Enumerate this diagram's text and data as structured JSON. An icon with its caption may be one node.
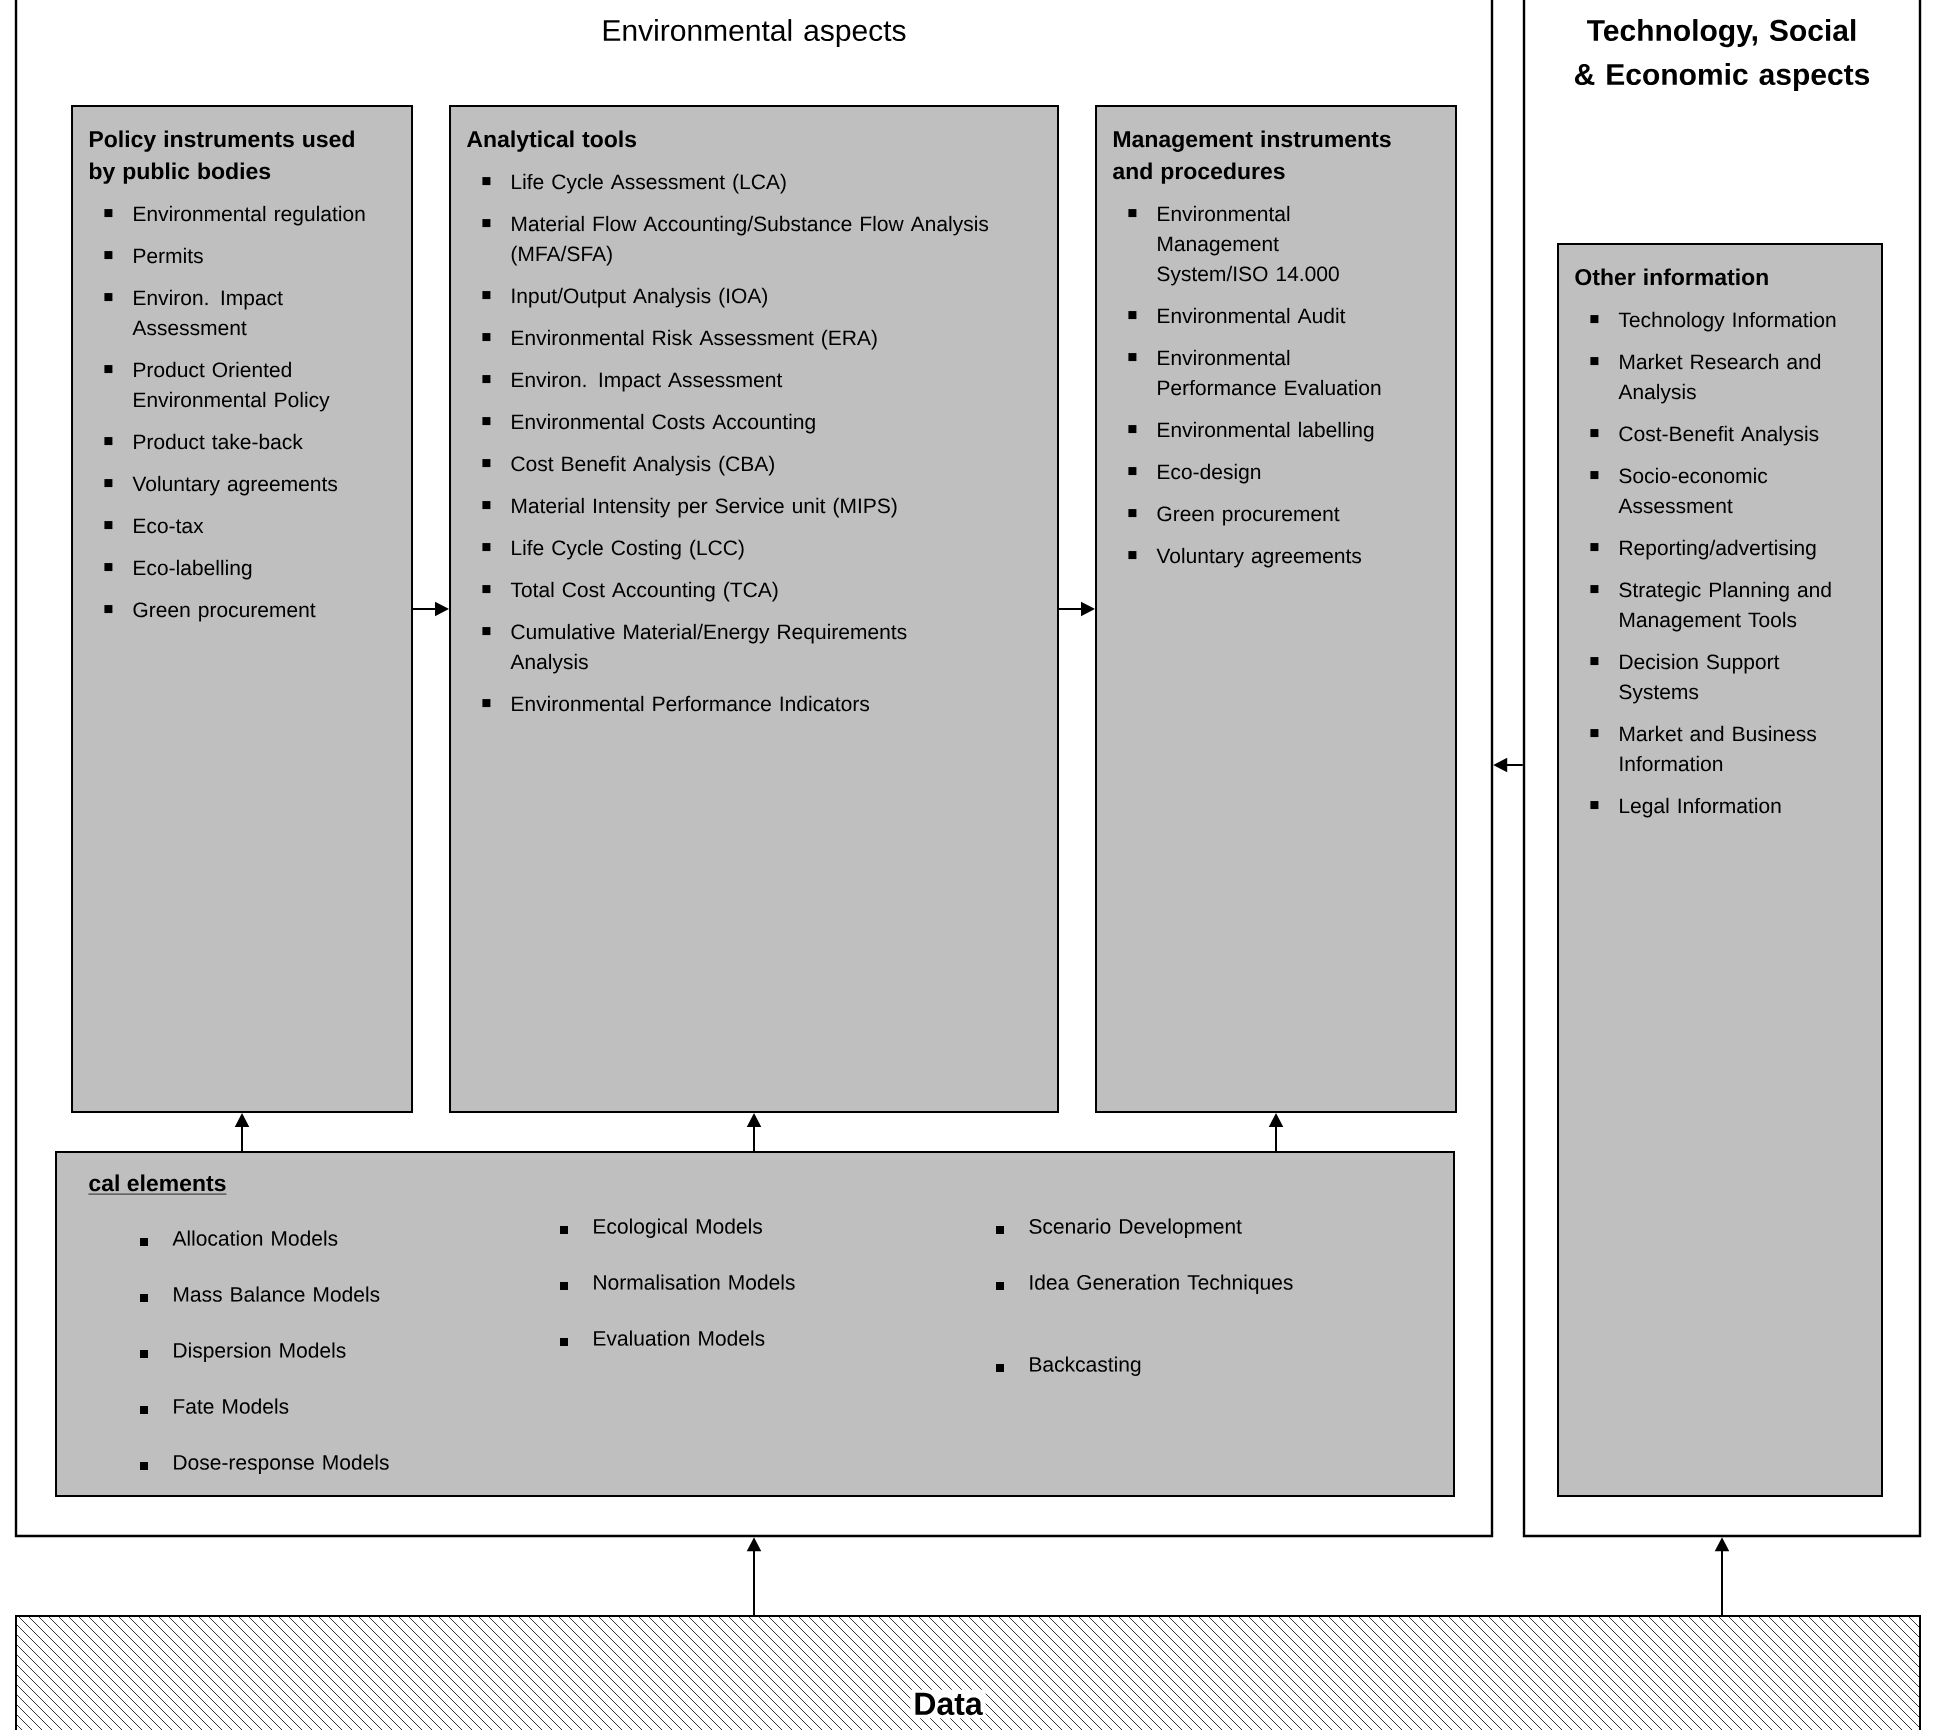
{
  "diagram": {
    "nodes": [
      {
        "text": [
          "Environmental aspects"
        ]
      },
      {
        "text": [
          "Technology, Social & Economic aspects"
        ]
      },
      {
        "text": [
          "Policy instruments used by public bodies",
          "Environmental regulation",
          "Permits",
          "Environ. Impact Assessment",
          "Product Oriented Environmental Policy",
          "Product take-back",
          "Voluntary agreements",
          "Eco-tax",
          "Eco-labelling",
          "Green procurement"
        ],
        "in": 0
      },
      {
        "text": [
          "Analytical tools",
          "Life Cycle Assessment (LCA)",
          "Material Flow Accounting/Substance Flow Analysis (MFA/SFA)",
          "Input/Output Analysis (IOA)",
          "Environmental Risk Assessment (ERA)",
          "Environ. Impact Assessment",
          "Environmental Costs Accounting",
          "Cost Benefit Analysis (CBA)",
          "Material Intensity per Service unit (MIPS)",
          "Life Cycle Costing (LCC)",
          "Total Cost Accounting (TCA)",
          "Cumulative Material/Energy Requirements Analysis",
          "Environmental Performance Indicators"
        ],
        "in": 0
      },
      {
        "text": [
          "Management instruments and procedures",
          "Environmental Management System/ISO 14.000",
          "Environmental Audit",
          "Environmental Performance Evaluation",
          "Environmental labelling",
          "Eco-design",
          "Green procurement",
          "Voluntary agreements"
        ],
        "in": 0
      },
      {
        "text": [
          "cal elements",
          "Allocation Models",
          "Mass Balance Models",
          "Dispersion Models",
          "Fate Models",
          "Dose-response Models",
          "Ecological Models",
          "Normalisation Models",
          "Evaluation Models",
          "Scenario Development",
          "Idea Generation Techniques",
          "Backcasting"
        ],
        "in": 0
      },
      {
        "text": [
          "Other information",
          "Technology Information",
          "Market Research and Analysis",
          "Cost-Benefit Analysis",
          "Socio-economic Assessment",
          "Reporting/advertising",
          "Strategic Planning and Management Tools",
          "Decision Support Systems",
          "Market and Business Information",
          "Legal Information"
        ],
        "in": 1
      },
      {
        "text": [
          "Data"
        ]
      }
    ],
    "edges": [
      {
        "from": 2,
        "to": 3,
        "arrow": "to"
      },
      {
        "from": 3,
        "to": 4,
        "arrow": "to"
      },
      {
        "from": 1,
        "to": 0,
        "arrow": "to"
      },
      {
        "from": 5,
        "to": 2,
        "arrow": "to"
      },
      {
        "from": 5,
        "to": 3,
        "arrow": "to"
      },
      {
        "from": 5,
        "to": 4,
        "arrow": "to"
      },
      {
        "from": 7,
        "to": 0,
        "arrow": "to"
      },
      {
        "from": 7,
        "to": 1,
        "arrow": "to"
      }
    ]
  }
}
